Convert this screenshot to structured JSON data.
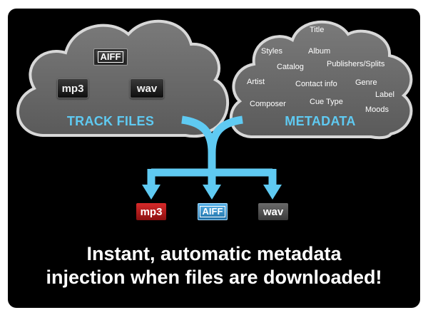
{
  "clouds": {
    "track_files": {
      "title": "TRACK FILES",
      "formats": [
        "AIFF",
        "mp3",
        "wav"
      ]
    },
    "metadata": {
      "title": "METADATA",
      "fields": [
        "Title",
        "Styles",
        "Album",
        "Catalog",
        "Publishers/Splits",
        "Artist",
        "Contact info",
        "Genre",
        "Label",
        "Composer",
        "Cue Type",
        "Moods"
      ]
    }
  },
  "outputs": {
    "formats": [
      "mp3",
      "AIFF",
      "wav"
    ]
  },
  "headline": {
    "line1": "Instant, automatic metadata",
    "line2": "injection when files are downloaded!"
  },
  "colors": {
    "background": "#000000",
    "cloud_fill": "#6b6b6b",
    "cloud_outline": "#d9d9d9",
    "accent": "#5fcaf2",
    "mp3_red": "#c41e1e",
    "aiff_blue": "#3b97d3",
    "wav_grey": "#555555"
  }
}
